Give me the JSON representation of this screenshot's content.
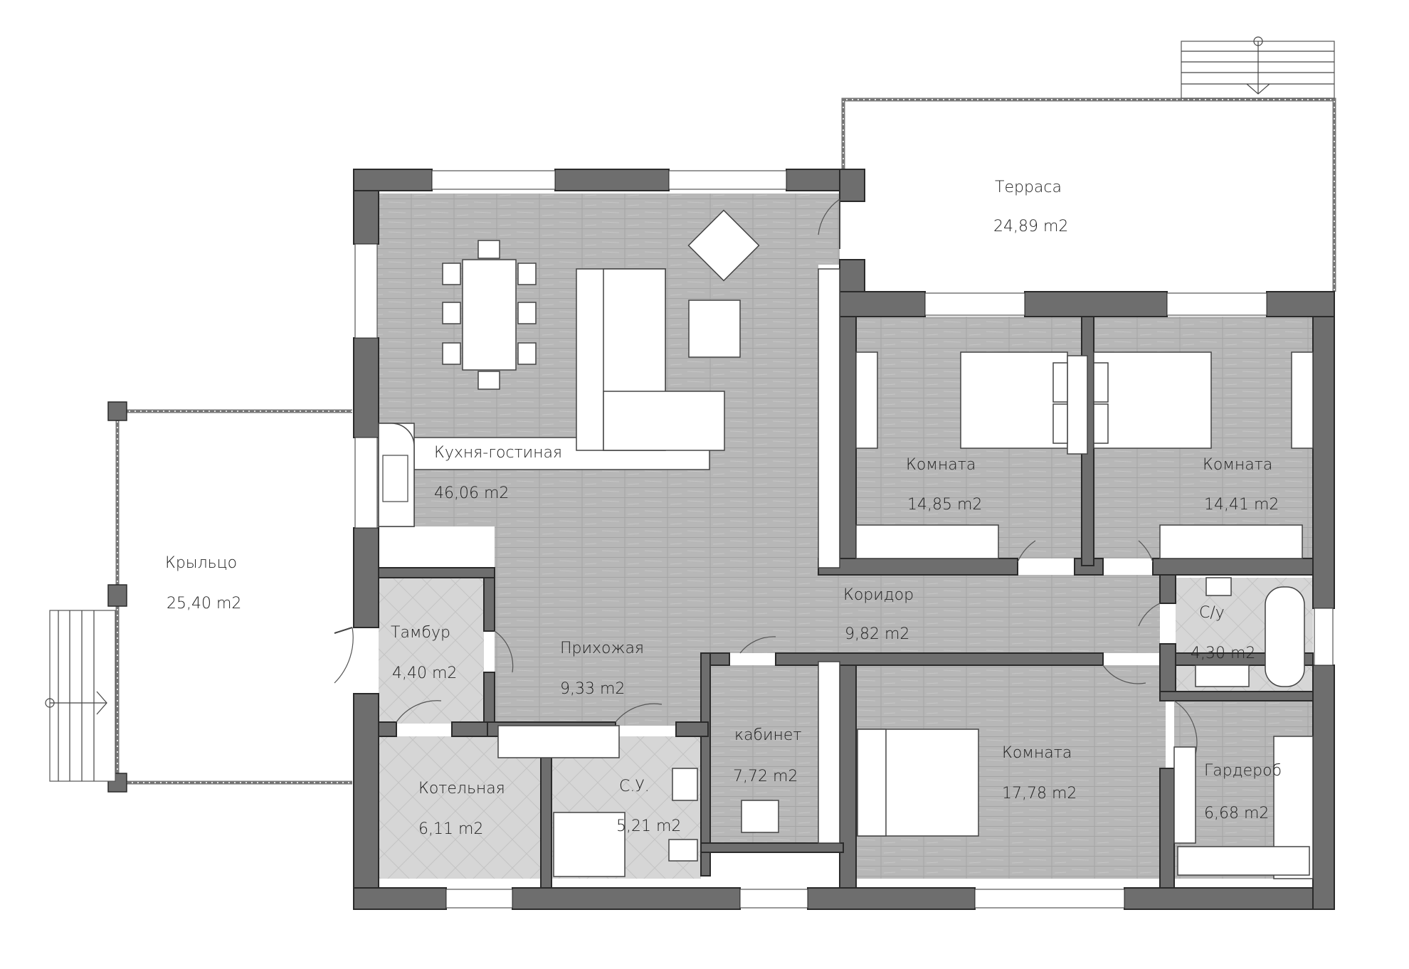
{
  "rooms": [
    {
      "id": "kitchen",
      "name": "Кухня-гостиная",
      "area": "46,06 m2"
    },
    {
      "id": "terrace",
      "name": "Терраса",
      "area": "24,89 m2"
    },
    {
      "id": "room1",
      "name": "Комната",
      "area": "14,85 m2"
    },
    {
      "id": "room2",
      "name": "Комната",
      "area": "14,41 m2"
    },
    {
      "id": "porch",
      "name": "Крыльцо",
      "area": "25,40 m2"
    },
    {
      "id": "corridor",
      "name": "Коридор",
      "area": "9,82 m2"
    },
    {
      "id": "bath1",
      "name": "С/у",
      "area": "4,30 m2"
    },
    {
      "id": "vestibule",
      "name": "Тамбур",
      "area": "4,40 m2"
    },
    {
      "id": "hallway",
      "name": "Прихожая",
      "area": "9,33 m2"
    },
    {
      "id": "office",
      "name": "кабинет",
      "area": "7,72 m2"
    },
    {
      "id": "room3",
      "name": "Комната",
      "area": "17,78 m2"
    },
    {
      "id": "boiler",
      "name": "Котельная",
      "area": "6,11 m2"
    },
    {
      "id": "bath2",
      "name": "С.У.",
      "area": "5,21 m2"
    },
    {
      "id": "wardrobe",
      "name": "Гардероб",
      "area": "6,68 m2"
    }
  ],
  "colors": {
    "wall": "#6e6e6e",
    "wood_floor": "#b9b9b9",
    "tile_floor": "#d4d4d4",
    "outline": "#2a2a2a"
  }
}
